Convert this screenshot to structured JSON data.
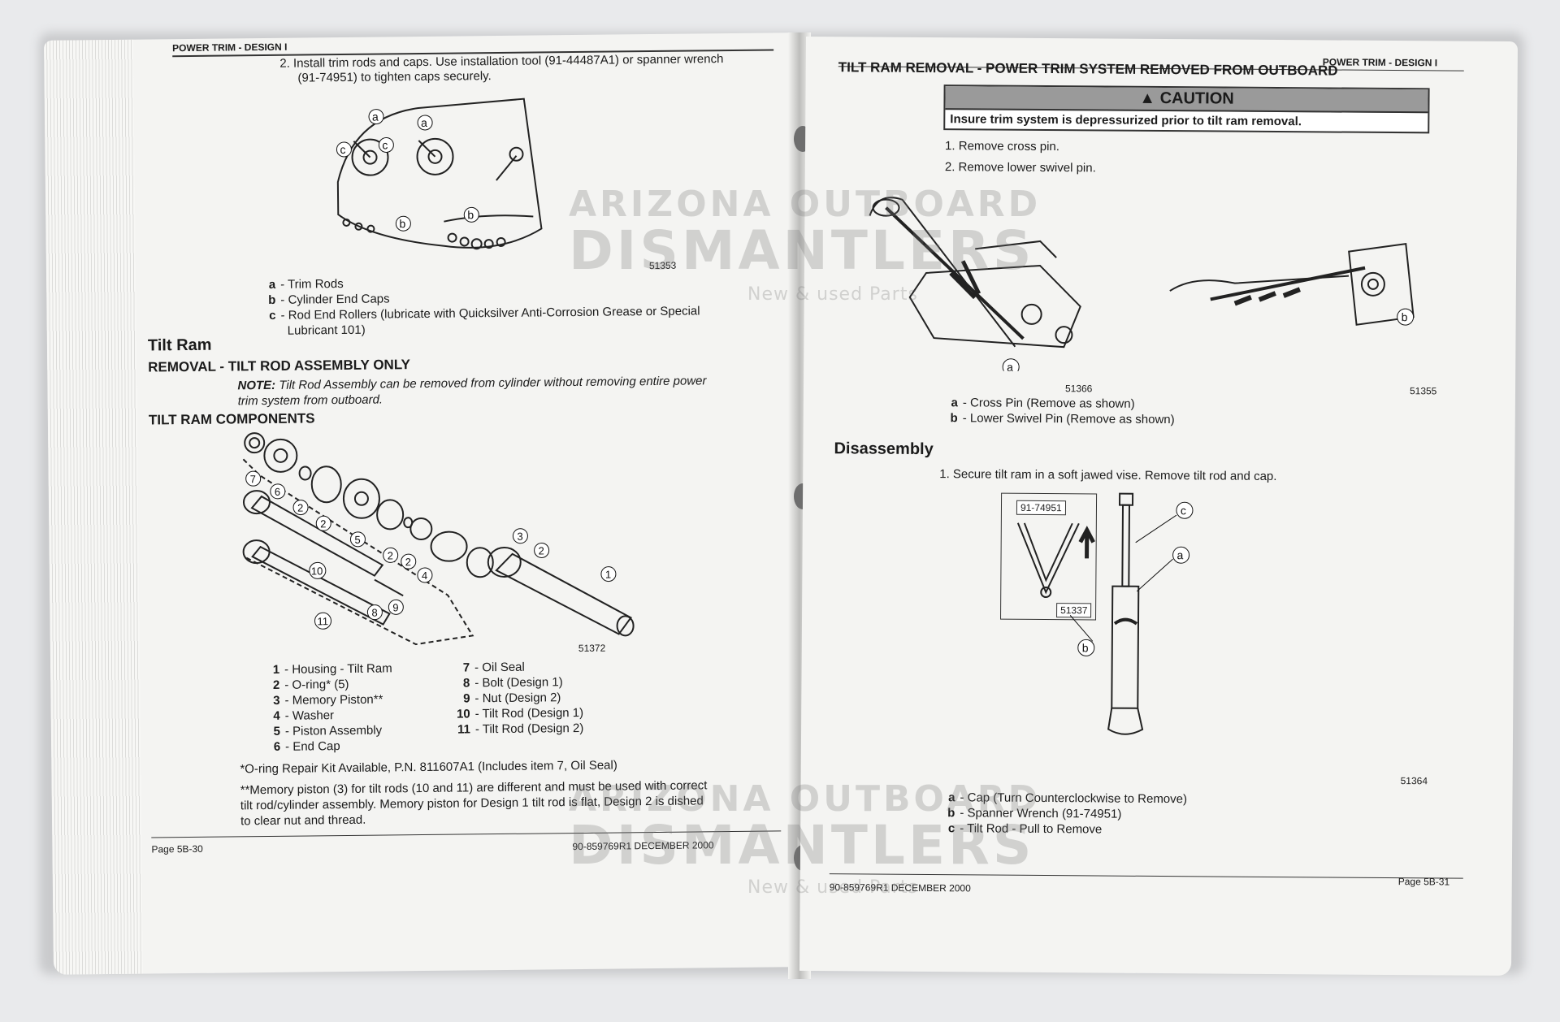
{
  "left": {
    "header": "POWER TRIM - DESIGN I",
    "step2_line1": "2.  Install trim rods and caps. Use installation tool (91-44487A1) or spanner wrench",
    "step2_line2": "(91-74951) to tighten caps securely.",
    "fig1_number": "51353",
    "fig1_legend": [
      {
        "key": "a",
        "text": "- Trim Rods"
      },
      {
        "key": "b",
        "text": "- Cylinder End Caps"
      },
      {
        "key": "c",
        "text": "- Rod End Rollers (lubricate with Quicksilver Anti-Corrosion Grease or Special"
      }
    ],
    "fig1_legend_cont": "Lubricant 101)",
    "section_title": "Tilt Ram",
    "subsection_title": "REMOVAL - TILT ROD ASSEMBLY ONLY",
    "note_label": "NOTE:",
    "note_line1": "Tilt Rod Assembly can be removed from cylinder without removing entire power",
    "note_line2": "trim system from outboard.",
    "components_title": "TILT RAM COMPONENTS",
    "fig2_number": "51372",
    "components_left": [
      {
        "key": "1",
        "text": "- Housing - Tilt Ram"
      },
      {
        "key": "2",
        "text": "- O-ring* (5)"
      },
      {
        "key": "3",
        "text": "- Memory Piston**"
      },
      {
        "key": "4",
        "text": "- Washer"
      },
      {
        "key": "5",
        "text": "- Piston Assembly"
      },
      {
        "key": "6",
        "text": "- End Cap"
      }
    ],
    "components_right": [
      {
        "key": "7",
        "text": "- Oil Seal"
      },
      {
        "key": "8",
        "text": "- Bolt (Design 1)"
      },
      {
        "key": "9",
        "text": "- Nut (Design 2)"
      },
      {
        "key": "10",
        "text": "- Tilt Rod (Design 1)"
      },
      {
        "key": "11",
        "text": "- Tilt Rod (Design 2)"
      }
    ],
    "footnote1": "*O-ring Repair Kit Available, P.N. 811607A1 (Includes item 7, Oil Seal)",
    "footnote2_line1": "**Memory piston (3) for tilt rods (10 and 11) are different and must be used with correct",
    "footnote2_line2": "tilt rod/cylinder assembly. Memory piston for Design 1 tilt rod is flat, Design 2 is dished",
    "footnote2_line3": "to clear nut and thread.",
    "footer_page": "Page 5B-30",
    "footer_doc": "90-859769R1   DECEMBER 2000"
  },
  "right": {
    "header": "POWER TRIM - DESIGN I",
    "title": "TILT RAM REMOVAL - POWER TRIM SYSTEM REMOVED FROM OUTBOARD",
    "caution_title": "CAUTION",
    "caution_text": "Insure trim system is depressurized prior to tilt ram removal.",
    "steps": [
      "1.   Remove cross pin.",
      "2.   Remove lower swivel pin."
    ],
    "fig3_number": "51366",
    "fig4_number": "51355",
    "fig34_legend": [
      {
        "key": "a",
        "text": "- Cross Pin (Remove as shown)"
      },
      {
        "key": "b",
        "text": "- Lower Swivel Pin (Remove as shown)"
      }
    ],
    "disassembly_title": "Disassembly",
    "disassembly_step": "1.   Secure tilt ram in a soft jawed vise. Remove tilt rod and cap.",
    "tool_label": "91-74951",
    "tool_fig_number": "51337",
    "fig5_number": "51364",
    "fig5_legend": [
      {
        "key": "a",
        "text": "- Cap (Turn Counterclockwise to Remove)"
      },
      {
        "key": "b",
        "text": "- Spanner Wrench (91-74951)"
      },
      {
        "key": "c",
        "text": "- Tilt Rod - Pull to Remove"
      }
    ],
    "footer_doc": "90-859769R1   DECEMBER 2000",
    "footer_page": "Page 5B-31"
  },
  "watermark": {
    "line1": "ARIZONA OUTBOARD",
    "line2": "DISMANTLERS",
    "line3": "New & used Parts"
  },
  "colors": {
    "paper": "#f4f4f2",
    "caution_header": "#9a9a9a",
    "ink": "#1b1b1b"
  }
}
